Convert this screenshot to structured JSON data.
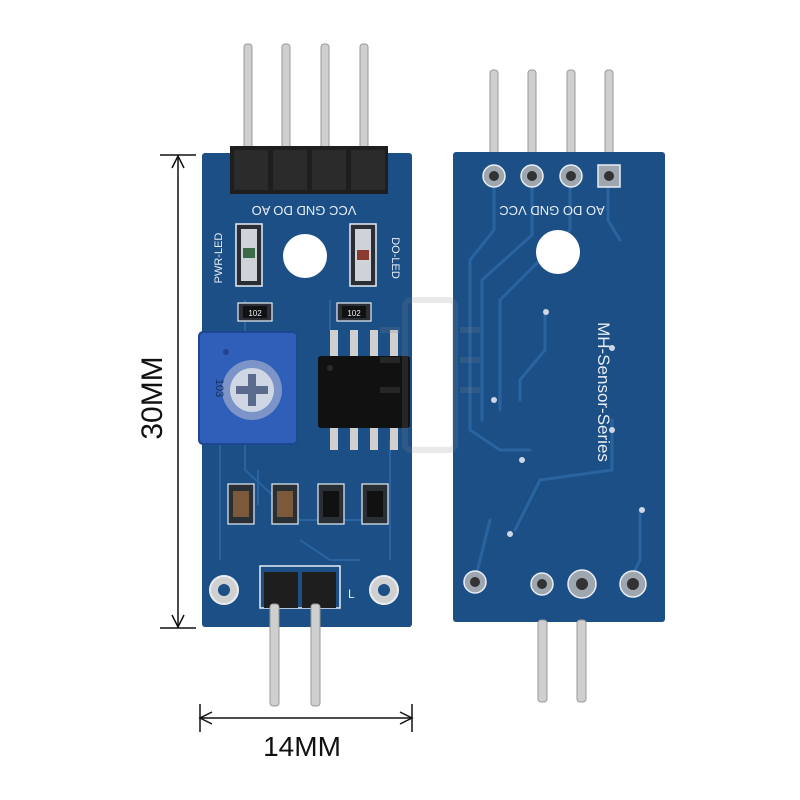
{
  "dimensions": {
    "height_label": "30MM",
    "width_label": "14MM"
  },
  "front_board": {
    "pin_labels": "VCC GND DO AO",
    "pwr_led_label": "PWR-LED",
    "do_led_label": "DO-LED",
    "resistor_code": "102",
    "pot_code": "103",
    "lower_l_label": "L"
  },
  "back_board": {
    "pin_labels": "AO DO GND VCC",
    "series_label": "MH-Sensor-Series"
  },
  "colors": {
    "pcb": "#1b4f86",
    "pcb_dark": "#123c69",
    "trace": "#2a64a0",
    "header": "#222222",
    "pin": "#cfcfcf",
    "pot": "#2f5fb8"
  }
}
